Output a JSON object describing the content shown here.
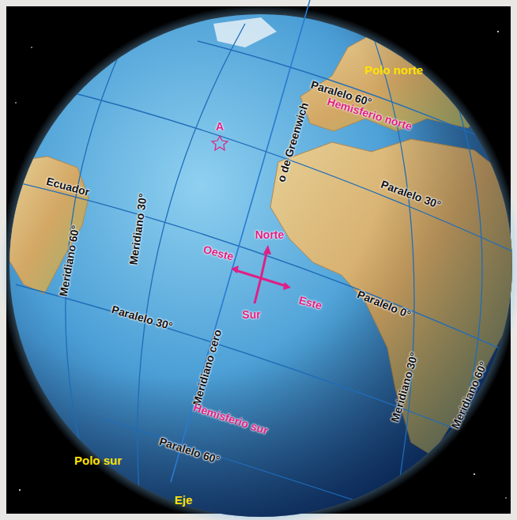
{
  "diagram": {
    "labels": [
      "Polo norte",
      "Paralelo 60°",
      "Hemisferio norte",
      "o de Greenwich",
      "Paralelo 30°",
      "A",
      "Ecuador",
      "Meridiano 60°",
      "Meridiano 30°",
      "Norte",
      "Oeste",
      "Este",
      "Sur",
      "Paralelo 0°",
      "Paralelo 30°",
      "Meridiano cero",
      "Meridiano 30°",
      "Meridiano 60°",
      "Hemisferio sur",
      "Paralelo 60°",
      "Polo sur",
      "Eje"
    ]
  }
}
